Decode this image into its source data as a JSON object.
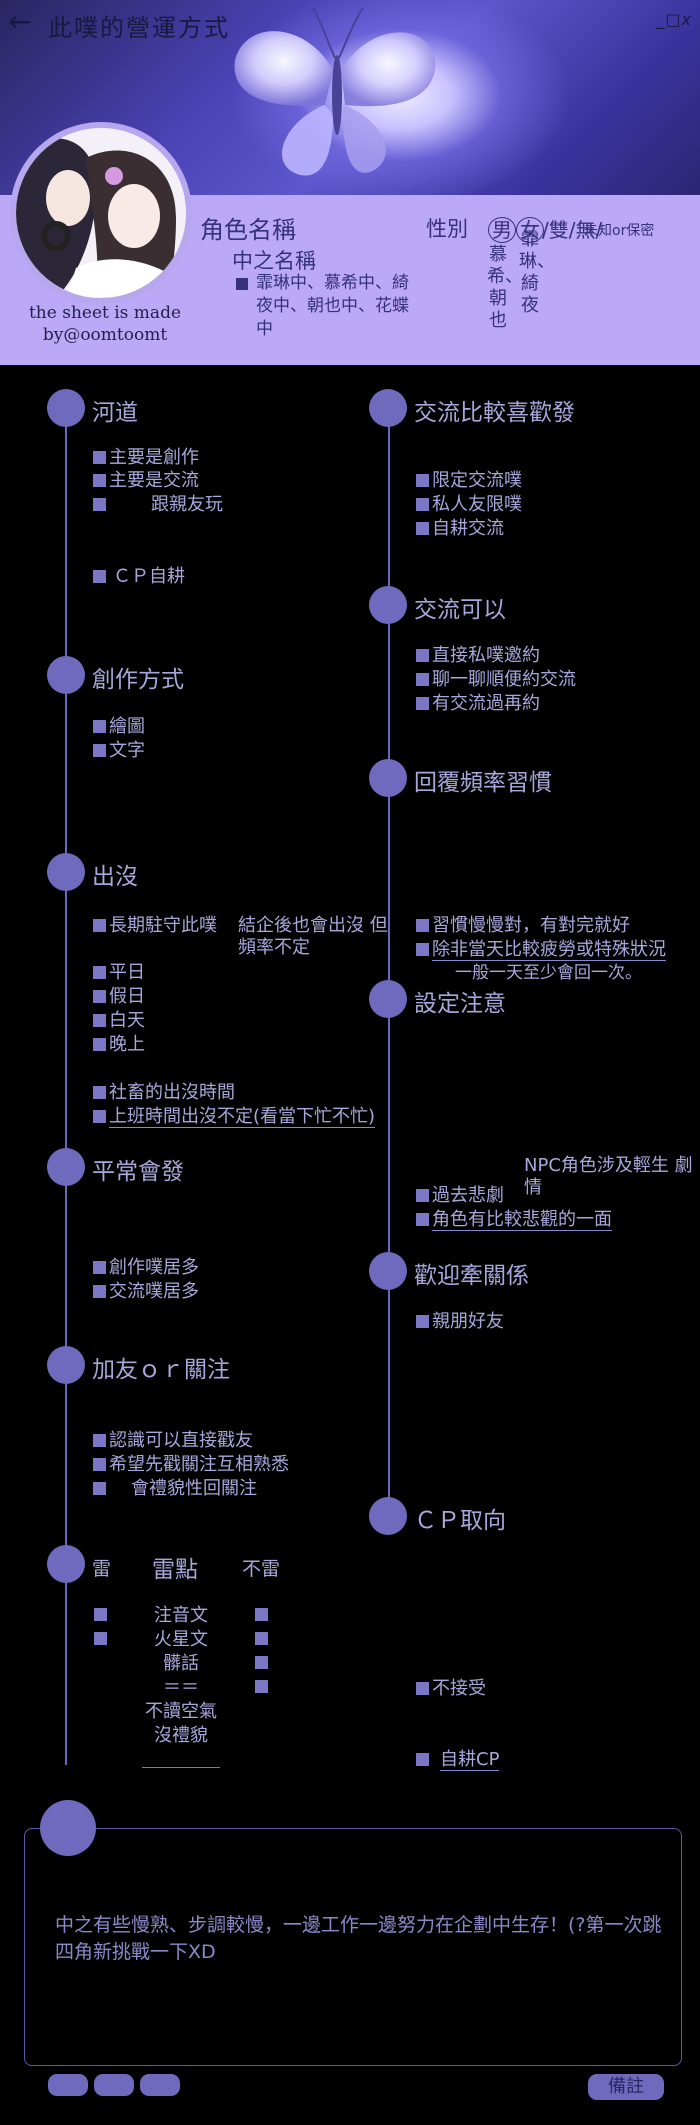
{
  "header": {
    "title": "此噗的營運方式",
    "window_controls": "_□x"
  },
  "profile": {
    "credit": "the sheet is made by@oomtoomt",
    "role_name_label": "角色名稱",
    "cv_label": "中之名稱",
    "cv_list": "霏琳中、慕希中、綺夜中、朝也中、花蝶中",
    "gender_label": "性別",
    "gender_options": [
      "男",
      "女",
      "/雙/無/",
      "未知or保密"
    ],
    "names_vertical": [
      "慕希、朝也",
      "霏琳、綺夜"
    ]
  },
  "left_sections": {
    "hedao": {
      "title": "河道",
      "items": [
        "主要是創作",
        "主要是交流",
        "跟親友玩",
        "ＣＰ自耕"
      ]
    },
    "creation": {
      "title": "創作方式",
      "items": [
        "繪圖",
        "文字"
      ]
    },
    "presence": {
      "title": "出沒",
      "items": [
        "長期駐守此噗",
        "平日",
        "假日",
        "白天",
        "晚上",
        "社畜的出沒時間",
        "上班時間出沒不定(看當下忙不忙)"
      ],
      "note": "結企後也會出沒 但頻率不定"
    },
    "usual": {
      "title": "平常會發",
      "items": [
        "創作噗居多",
        "交流噗居多"
      ]
    },
    "follow": {
      "title": "加友ｏｒ關注",
      "items": [
        "認識可以直接戳友",
        "希望先戳關注互相熟悉",
        "會禮貌性回關注"
      ]
    },
    "dnd": {
      "title_left": "雷",
      "title_mid": "雷點",
      "title_right": "不雷",
      "rows": [
        "注音文",
        "火星文",
        "髒話",
        "＝＝",
        "不讀空氣",
        "沒禮貌"
      ]
    }
  },
  "right_sections": {
    "prefer": {
      "title": "交流比較喜歡發",
      "items": [
        "限定交流噗",
        "私人友限噗",
        "自耕交流"
      ]
    },
    "allow": {
      "title": "交流可以",
      "items": [
        "直接私噗邀約",
        "聊一聊順便約交流",
        "有交流過再約"
      ]
    },
    "reply": {
      "title": "回覆頻率習慣",
      "items": [
        "習慣慢慢對，有對完就好",
        "除非當天比較疲勞或特殊狀況"
      ],
      "note": "一般一天至少會回一次。"
    },
    "settings": {
      "title": "設定注意",
      "note": "NPC角色涉及輕生 劇情",
      "items": [
        "過去悲劇",
        "角色有比較悲觀的一面"
      ]
    },
    "welcome": {
      "title": "歡迎牽關係",
      "items": [
        "親朋好友"
      ]
    },
    "cp": {
      "title": "ＣＰ取向",
      "items": [
        "不接受",
        "自耕CP"
      ]
    }
  },
  "remarks": {
    "text": "中之有些慢熟、步調較慢，一邊工作一邊努力在企劃中生存！(?第一次跳四角新挑戰一下XD",
    "button_label": "備註"
  }
}
